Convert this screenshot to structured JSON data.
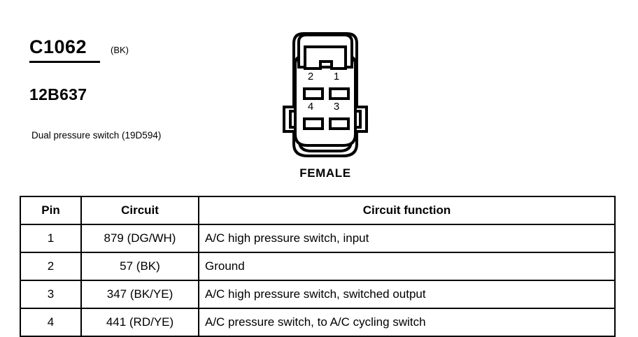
{
  "identification": {
    "connector_id": "C1062",
    "color_code": "(BK)",
    "part_number": "12B637",
    "description": "Dual pressure switch (19D594)"
  },
  "connector": {
    "gender_label": "FEMALE",
    "cavities": [
      {
        "number": "2",
        "position": "top-left"
      },
      {
        "number": "1",
        "position": "top-right"
      },
      {
        "number": "4",
        "position": "bottom-left"
      },
      {
        "number": "3",
        "position": "bottom-right"
      }
    ]
  },
  "table": {
    "headers": {
      "pin": "Pin",
      "circuit": "Circuit",
      "function": "Circuit function"
    },
    "rows": [
      {
        "pin": "1",
        "circuit": "879 (DG/WH)",
        "function": "A/C high pressure switch, input"
      },
      {
        "pin": "2",
        "circuit": "57 (BK)",
        "function": "Ground"
      },
      {
        "pin": "3",
        "circuit": "347 (BK/YE)",
        "function": "A/C high pressure switch, switched output"
      },
      {
        "pin": "4",
        "circuit": "441 (RD/YE)",
        "function": "A/C pressure switch, to A/C cycling switch"
      }
    ]
  },
  "colors": {
    "ink": "#000000",
    "background": "#ffffff"
  }
}
